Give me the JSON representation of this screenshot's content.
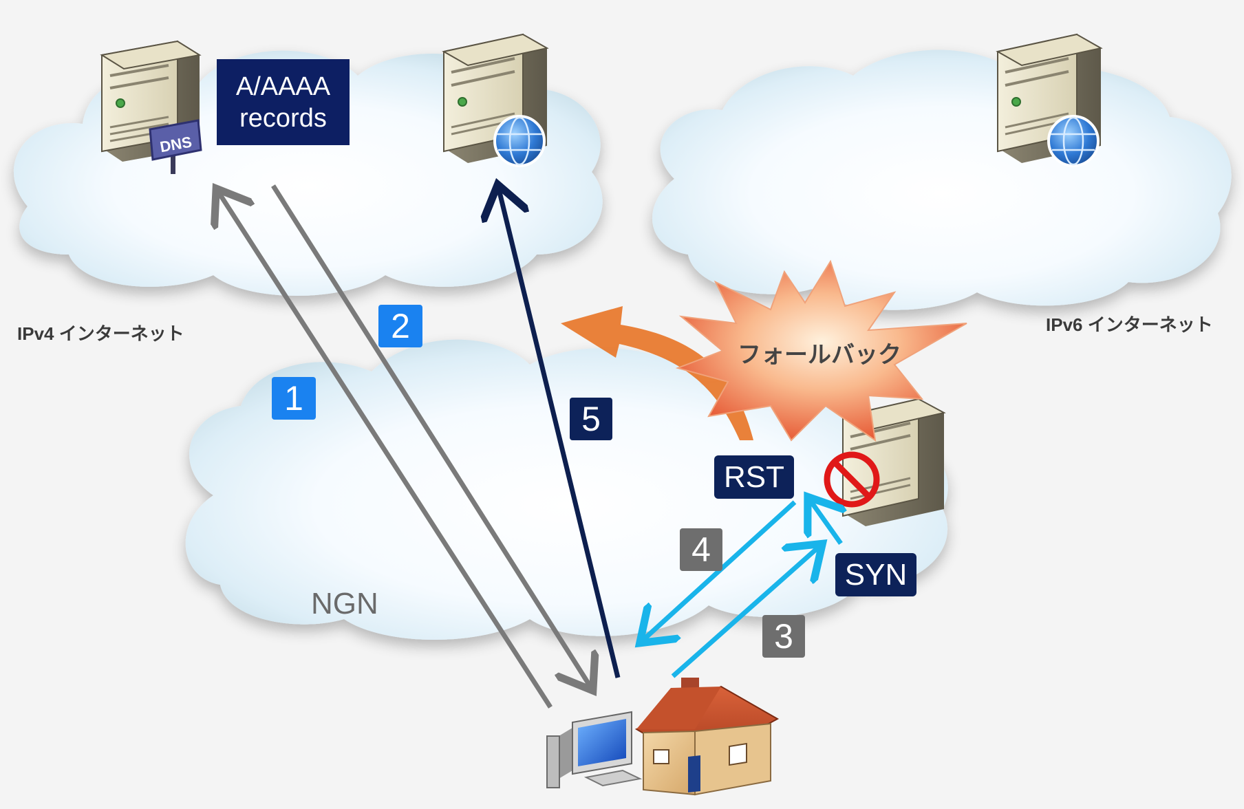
{
  "labels": {
    "ipv4_internet": "IPv4 インターネット",
    "ipv6_internet": "IPv6 インターネット",
    "ngn": "NGN",
    "fallback": "フォールバック",
    "records_line1": "A/AAAA",
    "records_line2": "records",
    "rst": "RST",
    "syn": "SYN",
    "dns": "DNS"
  },
  "steps": {
    "step1": "1",
    "step2": "2",
    "step3": "3",
    "step4": "4",
    "step5": "5"
  },
  "colors": {
    "gray_arrow": "#7a7a7a",
    "navy_arrow": "#0d1f4f",
    "cyan_arrow": "#19b4ea",
    "blue_badge": "#1a82f0",
    "gray_badge": "#6e6e6e",
    "navy_badge": "#0d2259",
    "fallback_arrow": "#e87a2f"
  },
  "icons": [
    "dns-server-icon",
    "web-server-icon",
    "blocked-server-icon",
    "client-pc-icon",
    "home-icon",
    "prohibited-icon",
    "globe-icon"
  ]
}
